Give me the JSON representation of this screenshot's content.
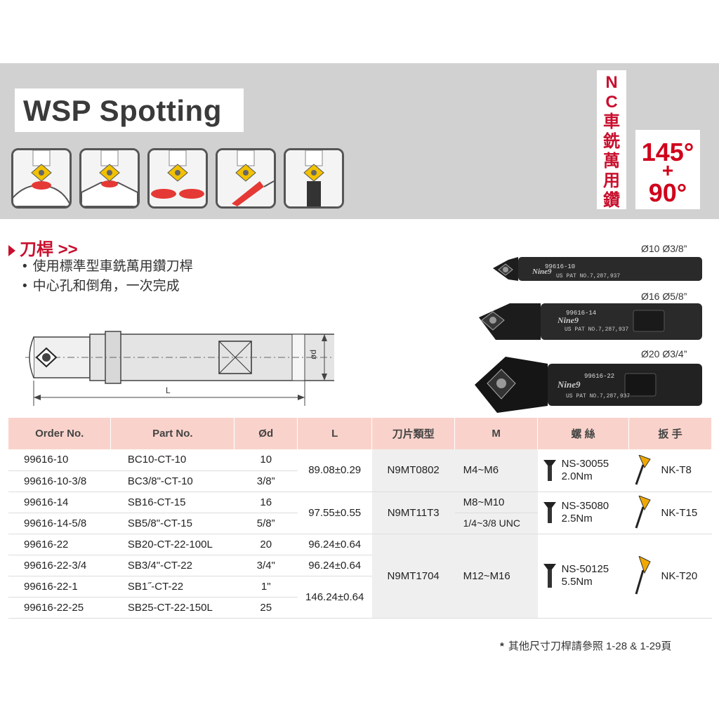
{
  "title": "WSP Spotting",
  "vertical_label": "NC車銑萬用鑽",
  "angle": {
    "line1": "145°",
    "line2": "+",
    "line3": "90°"
  },
  "section": {
    "heading": "刀桿 >>",
    "bullets": [
      "使用標準型車銑萬用鑽刀桿",
      "中心孔和倒角，一次完成"
    ]
  },
  "diagram": {
    "d_label": "ød",
    "l_label": "L"
  },
  "tools": [
    {
      "dia": "Ø10   Ø3/8”",
      "label": "99616-10",
      "logo": "Nine9",
      "patent": "US PAT NO.7,287,937"
    },
    {
      "dia": "Ø16   Ø5/8”",
      "label": "99616-14",
      "logo": "Nine9",
      "patent": "US PAT NO.7,287,937"
    },
    {
      "dia": "Ø20   Ø3/4”",
      "label": "99616-22",
      "logo": "Nine9",
      "patent": "US PAT NO.7,287,937"
    }
  ],
  "colors": {
    "accent": "#c8102e",
    "header_band": "#d1d1d1",
    "table_header": "#f9d3cb"
  },
  "table": {
    "headers": [
      "Order No.",
      "Part No.",
      "Ød",
      "L",
      "刀片類型",
      "M",
      "螺 絲",
      "扳 手"
    ],
    "groups": [
      {
        "rows": [
          {
            "order": "99616-10",
            "part": "BC10-CT-10",
            "d": "10"
          },
          {
            "order": "99616-10-3/8",
            "part": "BC3/8\"-CT-10",
            "d": "3/8”"
          }
        ],
        "L": "89.08±0.29",
        "insert": "N9MT0802",
        "M": [
          "M4~M6"
        ],
        "screw": "NS-30055",
        "torque": "2.0Nm",
        "wrench": "NK-T8"
      },
      {
        "rows": [
          {
            "order": "99616-14",
            "part": "SB16-CT-15",
            "d": "16"
          },
          {
            "order": "99616-14-5/8",
            "part": "SB5/8\"-CT-15",
            "d": "5/8”"
          }
        ],
        "L": "97.55±0.55",
        "insert": "N9MT11T3",
        "M": [
          "M8~M10",
          "1/4~3/8 UNC"
        ],
        "screw": "NS-35080",
        "torque": "2.5Nm",
        "wrench": "NK-T15"
      },
      {
        "rows": [
          {
            "order": "99616-22",
            "part": "SB20-CT-22-100L",
            "d": "20",
            "L": "96.24±0.64"
          },
          {
            "order": "99616-22-3/4",
            "part": "SB3/4\"-CT-22",
            "d": "3/4\"",
            "L": "96.24±0.64"
          },
          {
            "order": "99616-22-1",
            "part": "SB1˝-CT-22",
            "d": "1\""
          },
          {
            "order": "99616-22-25",
            "part": "SB25-CT-22-150L",
            "d": "25"
          }
        ],
        "L_merged": "146.24±0.64",
        "insert": "N9MT1704",
        "M": [
          "M12~M16"
        ],
        "screw": "NS-50125",
        "torque": "5.5Nm",
        "wrench": "NK-T20"
      }
    ]
  },
  "footnote": "其他尺寸刀桿請參照 1-28 & 1-29頁"
}
